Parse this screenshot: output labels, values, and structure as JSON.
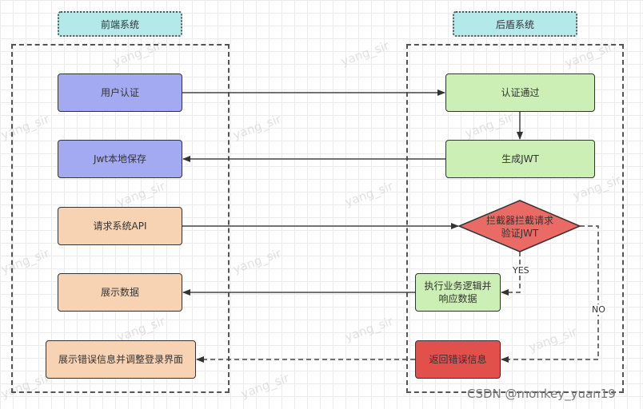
{
  "titles": {
    "frontend": "前端系统",
    "backend": "后盾系统"
  },
  "frontend_nodes": [
    "用户认证",
    "Jwt本地保存",
    "请求系统API",
    "展示数据",
    "展示错误信息并调整登录界面"
  ],
  "backend_nodes": {
    "auth_pass": "认证通过",
    "gen_jwt": "生成JWT",
    "interceptor_line1": "拦截器拦截请求",
    "interceptor_line2": "验证JWT",
    "exec_line1": "执行业务逻辑并",
    "exec_line2": "响应数据",
    "error": "返回错误信息"
  },
  "edge_labels": {
    "yes": "YES",
    "no": "NO"
  },
  "watermark": "yang_sir",
  "credit": "CSDN @monkey_yuan19",
  "colors": {
    "frontend_auth": "#a4aaf2",
    "frontend_request": "#f8d3b3",
    "backend_ok": "#ccefb6",
    "decision": "#ea6b66",
    "error": "#e2504c",
    "title": "#b4e9ea"
  }
}
